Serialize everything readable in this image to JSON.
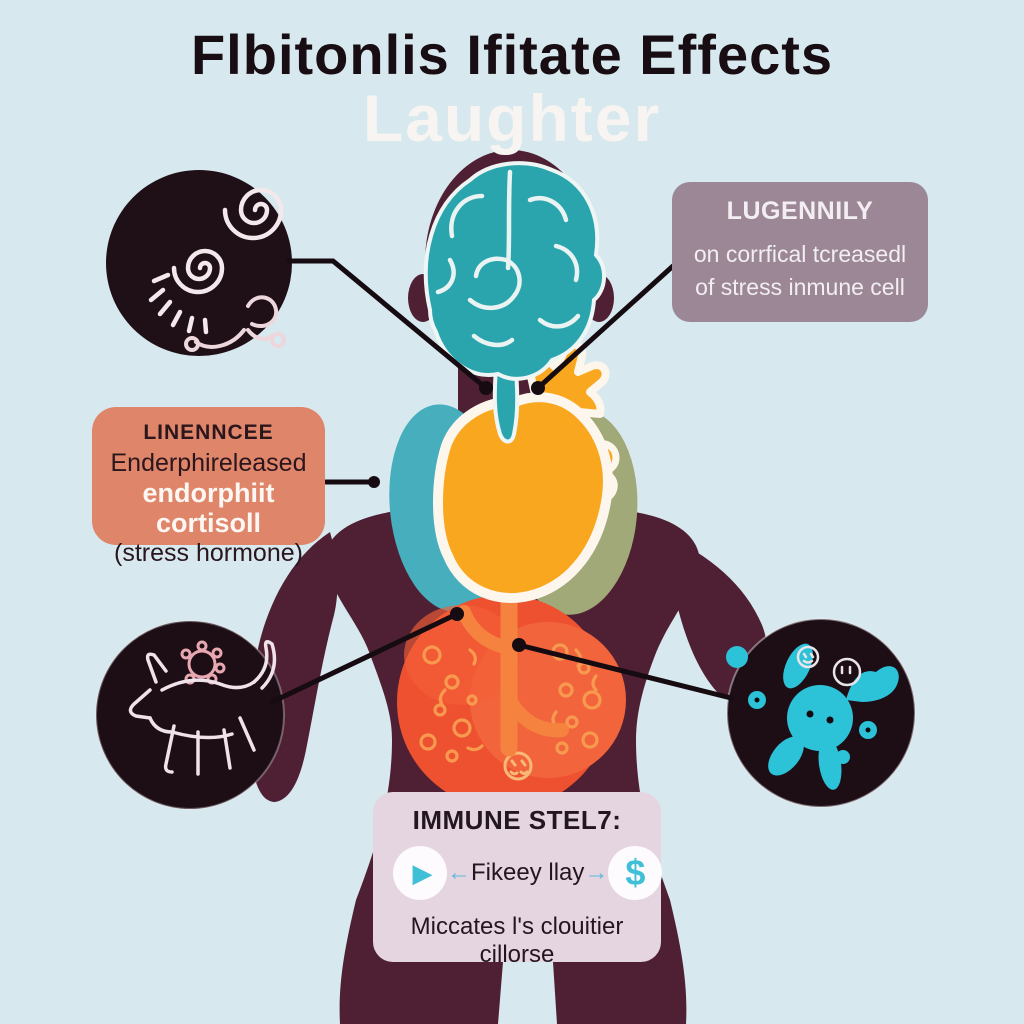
{
  "title": {
    "line1": "Flbitonlis Ifitate Effects",
    "line2": "Laughter"
  },
  "callouts": {
    "top_right": {
      "heading": "LUGENNILY",
      "line1": "on corrfical tcreasedl",
      "line2": "of stress inmune cell"
    },
    "left": {
      "heading": "LINENNCEE",
      "line1": "Enderphireleased",
      "line2": "endorphiit cortisoll",
      "line3": "(stress hormone)"
    },
    "bottom": {
      "heading": "IMMUNE STEL7:",
      "play_glyph": "▶",
      "arrow_left": "←",
      "label": "Fikeey llay",
      "arrow_right": "→",
      "dollar_glyph": "$",
      "footer": "Miccates l's clouitier cillorse"
    }
  },
  "figure": {
    "description": "human body silhouette with brain, trachea, lungs, heart and digestive tract, flanked by four dark circular doodle vignettes connected with black pointer lines",
    "vignettes": [
      "spiral-shell-doodle",
      "increased-immune-cell-callout",
      "endorphin-cortisol-callout",
      "animal-virus-doodle",
      "molecule-cells-doodle",
      "immune-panel"
    ],
    "colors": {
      "background": "#d7e9ef",
      "body": "#4f2033",
      "brain": "#2ba5ad",
      "lung_left": "#47aebe",
      "lung_right": "#a0a977",
      "heart": "#f9a71f",
      "heart_outline": "#fcf6ec",
      "trachea": "#f5823f",
      "stomach": "#ee5130",
      "stomach_doodles": "#f79a50",
      "vignette_circle": "#1f0f17",
      "callout_top_right": "#9b8796",
      "callout_left": "#df8569",
      "callout_bottom": "#e4d5e1",
      "accent_teal": "#3fc0d6",
      "connector": "#150b10",
      "title_dark": "#170d12",
      "title_light": "#f7f4f1"
    }
  }
}
